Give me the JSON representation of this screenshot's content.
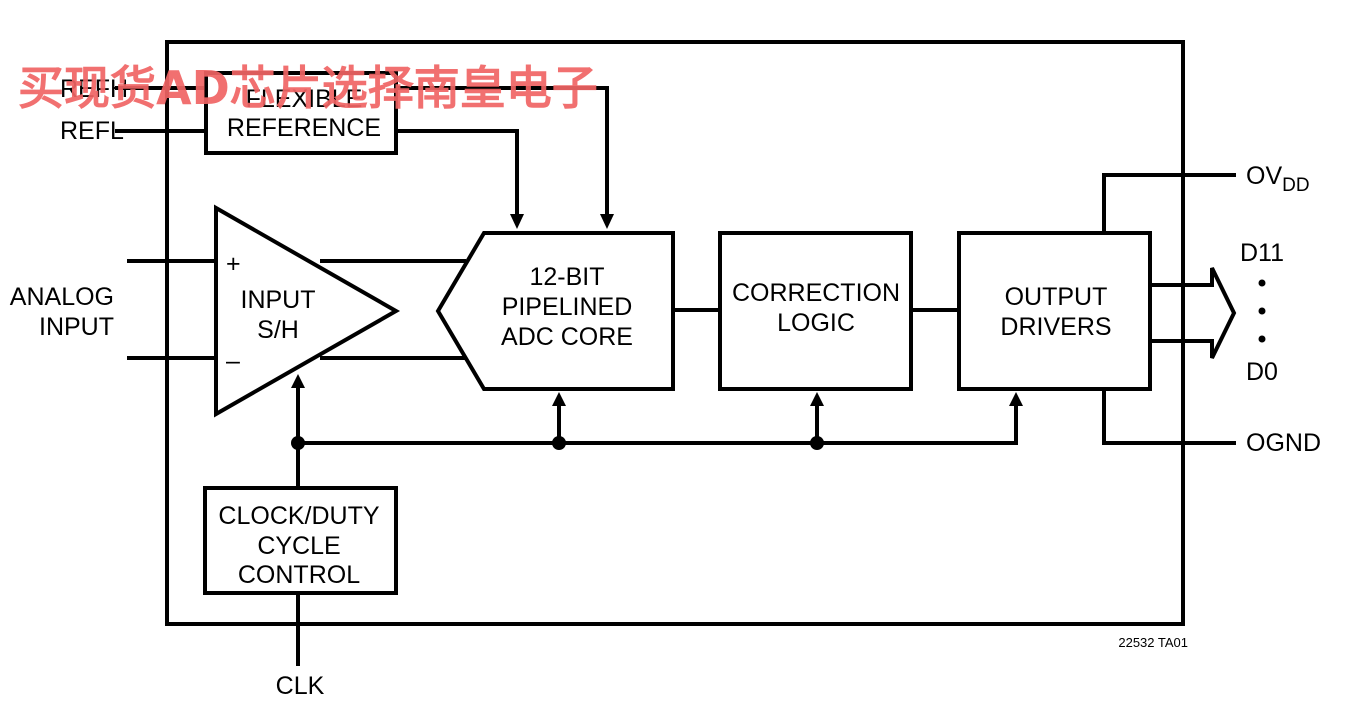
{
  "pins": {
    "refh": "REFH",
    "refl": "REFL",
    "analog_input": [
      "ANALOG",
      "INPUT"
    ],
    "ovdd_main": "OV",
    "ovdd_sub": "DD",
    "d11": "D11",
    "d0": "D0",
    "ognd": "OGND",
    "clk": "CLK"
  },
  "blocks": {
    "flexible_reference": [
      "FLEXIBLE",
      "REFERENCE"
    ],
    "input_sh": [
      "INPUT",
      "S/H"
    ],
    "adc_core": [
      "12-BIT",
      "PIPELINED",
      "ADC CORE"
    ],
    "correction_logic": [
      "CORRECTION",
      "LOGIC"
    ],
    "output_drivers": [
      "OUTPUT",
      "DRIVERS"
    ],
    "clock_duty": [
      "CLOCK/DUTY",
      "CYCLE",
      "CONTROL"
    ]
  },
  "amp_signs": {
    "plus": "+",
    "minus": "–"
  },
  "figure_id": "22532 TA01",
  "watermark": "买现货AD芯片选择南皇电子",
  "colors": {
    "line": "#000000",
    "watermark": "#f06464"
  }
}
